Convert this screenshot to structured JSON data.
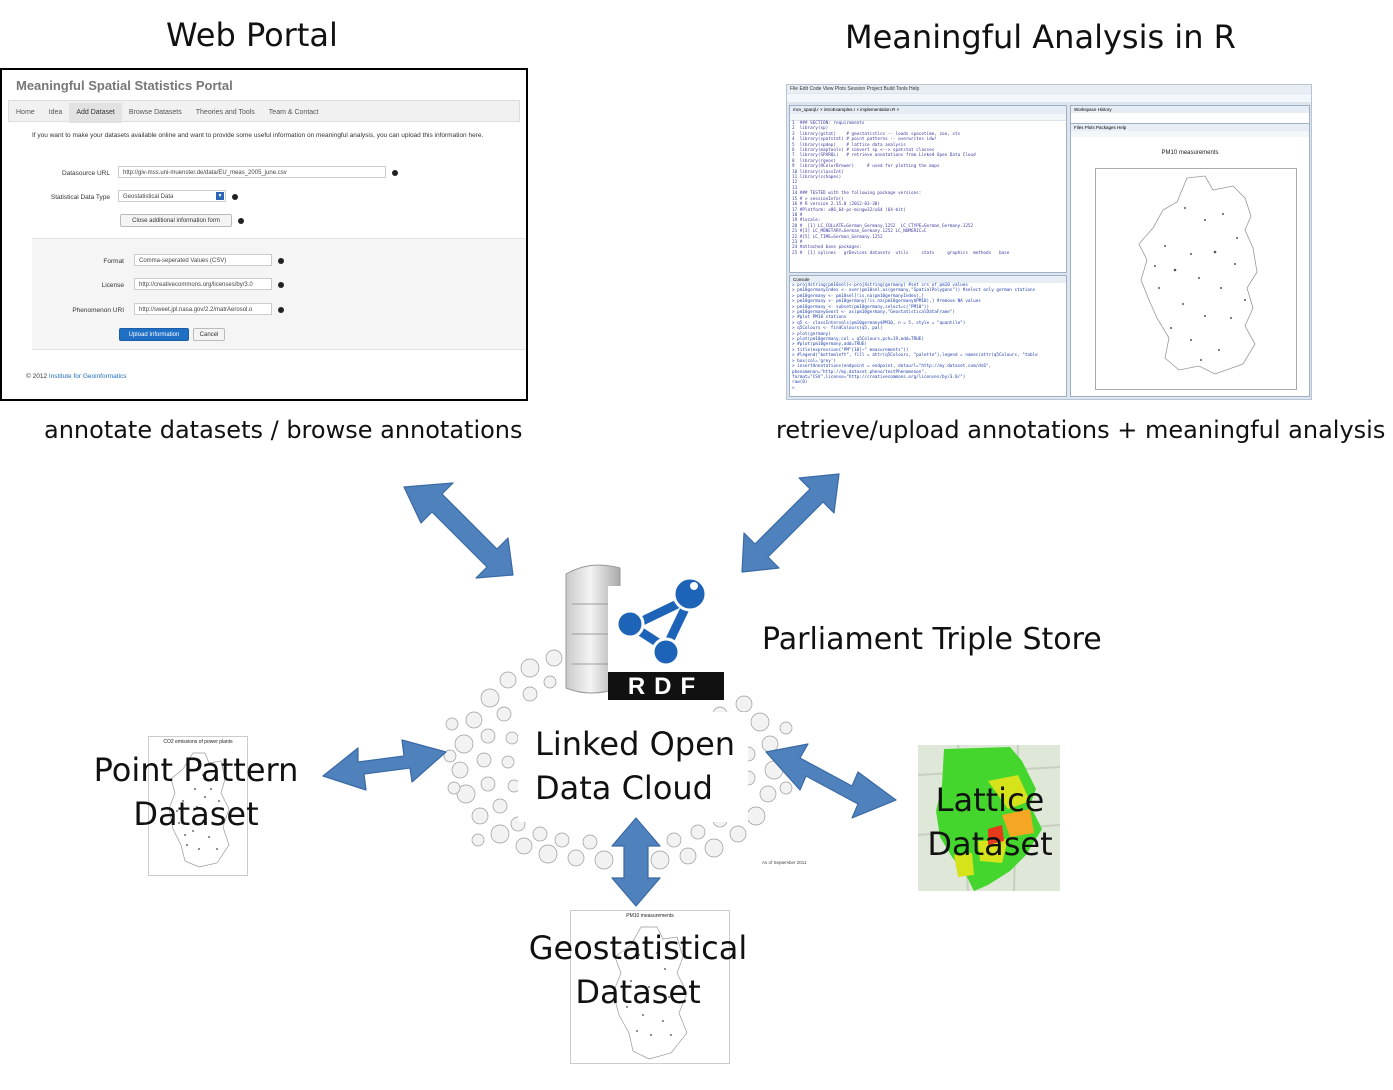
{
  "titles": {
    "web_portal": "Web Portal",
    "analysis_r": "Meaningful Analysis in R"
  },
  "captions": {
    "web_portal": "annotate datasets / browse annotations",
    "analysis_r": "retrieve/upload annotations + meaningful analysis"
  },
  "portal": {
    "title": "Meaningful Spatial Statistics Portal",
    "nav": [
      "Home",
      "Idea",
      "Add Dataset",
      "Browse Datasets",
      "Theories and Tools",
      "Team & Contact"
    ],
    "active_nav": "Add Dataset",
    "intro": "If you want to make your datasets available online and want to provide some useful information on meaningful analysis, you can upload this information here.",
    "datasource_label": "Datasource URL",
    "datasource_value": "http://giv-mss.uni-muenster.de/data/EU_meas_2005_june.csv",
    "type_label": "Statistical Data Type",
    "type_value": "Geostatistical Data",
    "close_button": "Close additional information form",
    "format_label": "Format",
    "format_value": "Comma-seperated Values (CSV)",
    "license_label": "License",
    "license_value": "http://creativecommons.org/licenses/by/3.0",
    "phenomenon_label": "Phenomenon URI",
    "phenomenon_value": "http://sweet.jpl.nasa.gov/2.2/matrAerosol.o",
    "upload_button": "Upload Information",
    "cancel_button": "Cancel",
    "footer_year": "© 2012",
    "footer_link": "Institute for Geoinformatics"
  },
  "rstudio": {
    "menu": "File  Edit  Code  View  Plots  Session  Project  Build  Tools  Help",
    "tabs": "mcv_sparql.r  ×   introExamples.r  ×   implementation.R  ×",
    "workspace_tabs": "Workspace   History",
    "plot_tabs": "Files   Plots   Packages   Help",
    "console_label": "Console",
    "plot_title": "PM10 measurements",
    "code_lines": "1  ### SECTION: requirements\n2  library(sp)\n3  library(gstat)    # geostatistics -- loads spacetime, zoo, xts\n4  library(spatstat) # point patterns -- overwrites idw!\n5  library(spdep)    # lattice data analysis\n6  library(maptools) # convert sp <--> spatstat classes\n7  library(SPARQL)   # retrieve annotations from Linked Open Data Cloud\n8  library(rgeos)\n9  library(RColorBrewer)     # used for plotting the maps\n10 library(classInt)\n11 library(cshapes)\n12\n13\n14 ### TESTED with the following package versions:\n15 # > sessionInfo()\n16 # R version 2.15.0 (2012-03-30)\n17 #Platform: x86_64-pc-mingw32/x64 (64-bit)\n18 #\n19 #locale:\n20 #  [1] LC_COLLATE=German_Germany.1252  LC_CTYPE=German_Germany.1252\n21 #[3] LC_MONETARY=German_Germany.1252 LC_NUMERIC=C\n22 #[5] LC_TIME=German_Germany.1252\n23 #\n24 #attached base packages:\n25 #  [1] splines   grDevices datasets  utils     stats     graphics  methods   base",
    "console_lines": "> proj4string(pm10sel)<-proj4string(germany) #set crs of pm10 values\n> pm10germanyIndex <- over(pm10sel,as(germany,\"SpatialPolygons\")) #select only german stations\n> pm10germany <- pm10sel[!is.na(pm10germanyIndex),]\n> pm10germany <- pm10germany[!is.na(pm10germany$PM10),] #remove NA values\n> pm10germany <- subset(pm10germany,select=c(\"PM10\"))\n> pm10germanyGeost <- as(pm10germany,\"GeostatisticalDataFrame\")\n> #plot PM10 stations\n> q5 <- classIntervals(pm10germany$PM10, n = 5, style = \"quantile\")\n> q5Colours <- findColours(q5, pal)\n> plot(germany)\n> plot(pm10germany,col = q5Colours,pch=19,add=TRUE)\n> #plot(pm10germany,add=TRUE)\n> title(expression(\"PM\"[10]~\" measurements\"))\n> #legend(\"bottomleft\", fill = attr(q5Colours, \"palette\"),legend = names(attr(q5Colours, \"table\n> box(col='grey')\n> insertAnnotations(endpoint = endpoint, dataurl=\"http://my.dataset.com/ds6\",\nphenomenon=\"http://my.dataset.pheno/testPhenomenon\",\nformat=\"CSV\",license=\"http://creativecommons.org/licenses/by/3.0/\")\nraw(0)\n>"
  },
  "center": {
    "rdf_label": "RDF",
    "triple_store": "Parliament Triple Store",
    "lod_line1": "Linked Open",
    "lod_line2": "Data Cloud",
    "cloud_footnote": "As of September 2011"
  },
  "datasets": {
    "point_line1": "Point Pattern",
    "point_line2": "Dataset",
    "point_thumb_title": "CO2 emissions of power plants",
    "lattice_line1": "Lattice",
    "lattice_line2": "Dataset",
    "geo_line1": "Geostatistical",
    "geo_line2": "Dataset",
    "geo_thumb_title": "PM10 measurements"
  },
  "colors": {
    "arrow_fill": "#4f81bd",
    "arrow_stroke": "#3a6aa5",
    "rdf_blue": "#1d63b8",
    "portal_button": "#1f6fc5",
    "lattice_green": "#44d62c",
    "lattice_yellow": "#d6e21a",
    "lattice_orange": "#f5a623",
    "lattice_red": "#e53b1c"
  }
}
